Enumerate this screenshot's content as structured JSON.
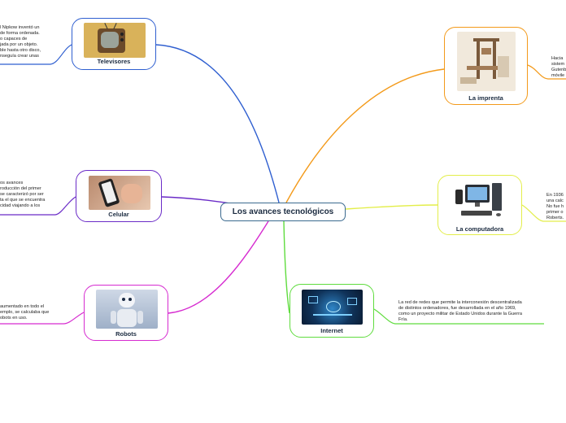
{
  "central": {
    "title": "Los avances tecnológicos"
  },
  "colors": {
    "televisores": "#2f5fd0",
    "celular": "#6a2bc7",
    "robots": "#d62bd0",
    "imprenta": "#f39a1a",
    "computadora": "#e3ee4a",
    "internet": "#5fdc3e",
    "central": "#3b6a8f"
  },
  "topics": {
    "televisores": {
      "label": "Televisores",
      "icon": "retro-tv-image",
      "note": "l Nipkow inventó un\nde forma ordenada.\no capaces de\njada por un objeto.\nble hasta otro disco,\nnseguía crear unas"
    },
    "celular": {
      "label": "Celular",
      "icon": "smartphone-hand-image",
      "note": "os avances\nroducción del primer\nse caracterizó por ser\nta el que se encuentra\ncidad viajando a los"
    },
    "robots": {
      "label": "Robots",
      "icon": "robot-image",
      "note": "aumentado en todo el\nemplo, se calculaba que\nobots en uso."
    },
    "imprenta": {
      "label": "La imprenta",
      "icon": "printing-press-image",
      "note": "Hacia\nsistem\nGutenb\nmóvile"
    },
    "computadora": {
      "label": "La computadora",
      "icon": "desktop-computer-image",
      "note": "En 1936\nuna calc\nNo fue h\nprimer o\nRoberts."
    },
    "internet": {
      "label": "Internet",
      "icon": "network-hologram-image",
      "note": "La red de redes que permite la interconexión descentralizada\nde distintos ordenadores, fue desarrollada en el año 1969,\ncomo un proyecto militar de Estado Unidos durante la Guerra\nFría."
    }
  }
}
